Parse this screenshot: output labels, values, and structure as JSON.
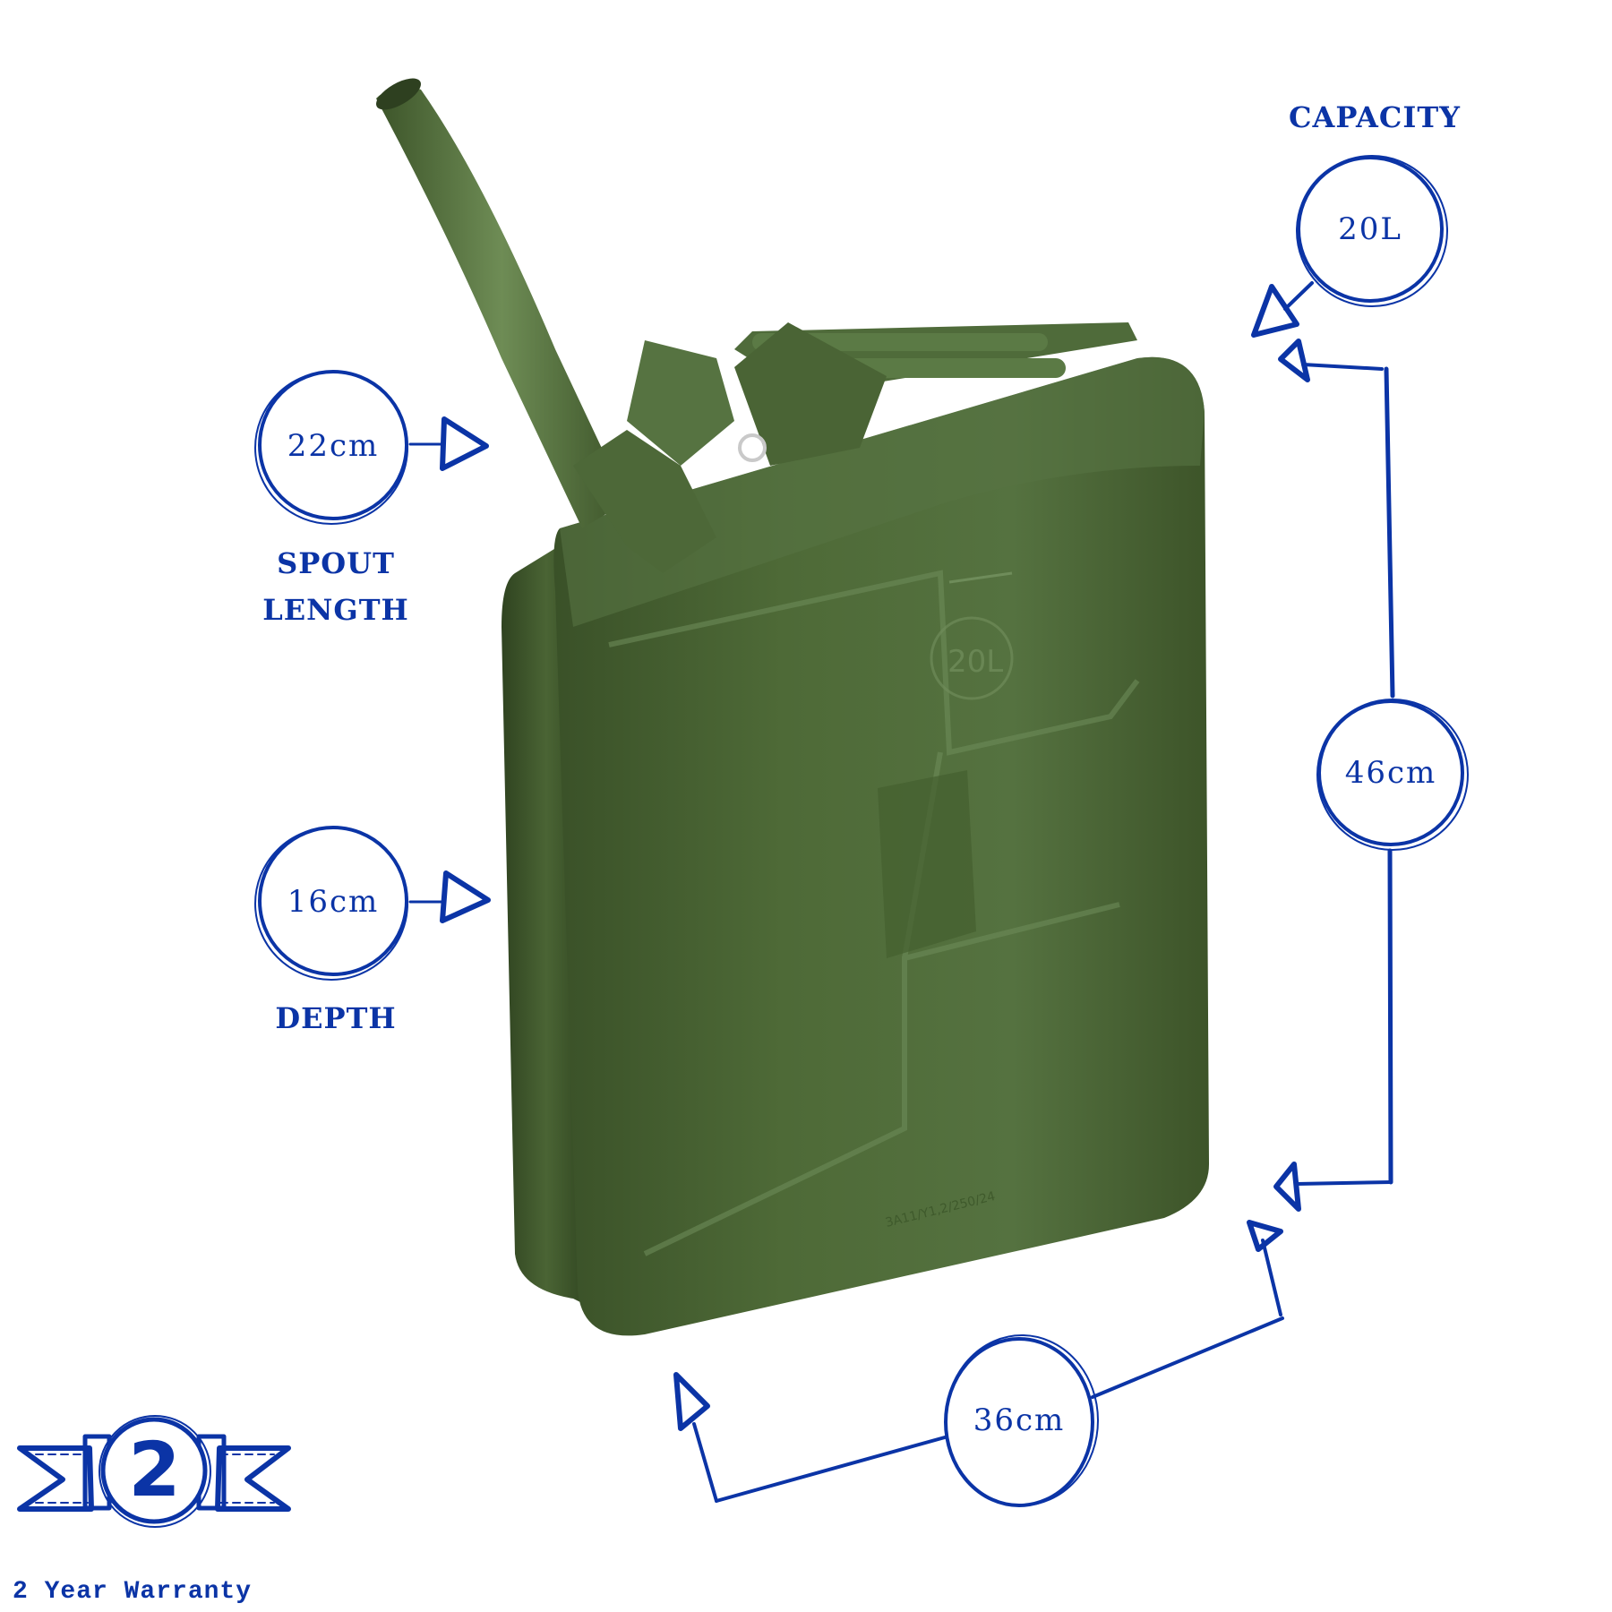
{
  "product": {
    "name": "Jerry Can",
    "color_hex": "#4b6535",
    "embossed_capacity": "20L"
  },
  "accent_color": "#0b34a6",
  "dimensions": {
    "capacity": {
      "label": "CAPACITY",
      "value": "20L"
    },
    "spout_length": {
      "label_line1": "SPOUT",
      "label_line2": "LENGTH",
      "value": "22cm"
    },
    "depth": {
      "label": "DEPTH",
      "value": "16cm"
    },
    "height": {
      "value": "46cm"
    },
    "width": {
      "value": "36cm"
    }
  },
  "warranty": {
    "badge_number": "2",
    "text": "2 Year Warranty"
  }
}
